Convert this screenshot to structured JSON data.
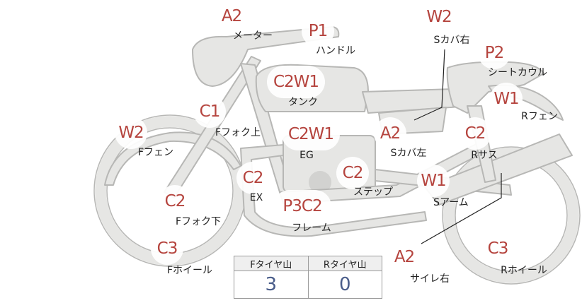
{
  "parts": [
    {
      "id": "meter",
      "badge": "A2",
      "label": "メーター"
    },
    {
      "id": "handle",
      "badge": "P1",
      "label": "ハンドル"
    },
    {
      "id": "s-cover-right",
      "badge": "W2",
      "label": "Sカバ右"
    },
    {
      "id": "seat-cowl",
      "badge": "P2",
      "label": "シートカウル"
    },
    {
      "id": "tank",
      "badge": "C2W1",
      "label": "タンク"
    },
    {
      "id": "r-fender",
      "badge": "W1",
      "label": "Rフェン"
    },
    {
      "id": "f-fork-upper",
      "badge": "C1",
      "label": "Fフォク上"
    },
    {
      "id": "f-fender",
      "badge": "W2",
      "label": "Fフェン"
    },
    {
      "id": "engine",
      "badge": "C2W1",
      "label": "EG"
    },
    {
      "id": "s-cover-left",
      "badge": "A2",
      "label": "Sカバ左"
    },
    {
      "id": "r-suspension",
      "badge": "C2",
      "label": "Rサス"
    },
    {
      "id": "exhaust",
      "badge": "C2",
      "label": "EX"
    },
    {
      "id": "step",
      "badge": "C2",
      "label": "ステップ"
    },
    {
      "id": "swingarm",
      "badge": "W1",
      "label": "Sアーム"
    },
    {
      "id": "f-fork-lower",
      "badge": "C2",
      "label": "Fフォク下"
    },
    {
      "id": "frame",
      "badge": "P3C2",
      "label": "フレーム"
    },
    {
      "id": "f-wheel",
      "badge": "C3",
      "label": "Fホイール"
    },
    {
      "id": "muffler-right",
      "badge": "A2",
      "label": "サイレ右"
    },
    {
      "id": "r-wheel",
      "badge": "C3",
      "label": "Rホイール"
    }
  ],
  "tire_table": {
    "headers": [
      "Fタイヤ山",
      "Rタイヤ山"
    ],
    "values": [
      "3",
      "0"
    ]
  },
  "colors": {
    "badge_text": "#b5443e",
    "bike_fill": "#e6e6e4",
    "bike_stroke": "#b7b7b5",
    "table_value": "#4a5d8a"
  }
}
